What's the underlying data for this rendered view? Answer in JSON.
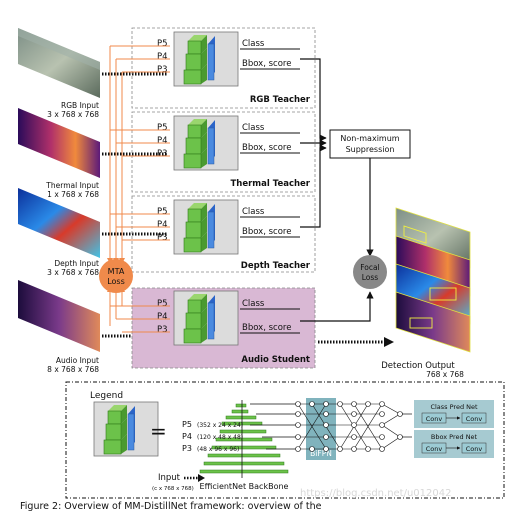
{
  "inputs": {
    "rgb": {
      "name": "RGB Input",
      "dims": "3 x 768 x 768"
    },
    "thermal": {
      "name": "Thermal Input",
      "dims": "1 x 768 x 768"
    },
    "depth": {
      "name": "Depth Input",
      "dims": "3 x 768 x 768"
    },
    "audio": {
      "name": "Audio Input",
      "dims": "8 x 768 x 768"
    }
  },
  "levels": {
    "p5": "P5",
    "p4": "P4",
    "p3": "P3"
  },
  "heads": {
    "class": "Class",
    "bbox": "Bbox, score"
  },
  "teachers": {
    "rgb": "RGB Teacher",
    "thermal": "Thermal Teacher",
    "depth": "Depth Teacher"
  },
  "student": "Audio Student",
  "mta_loss": [
    "MTA",
    "Loss"
  ],
  "nms": [
    "Non-maximum",
    "Suppression"
  ],
  "focal_loss": [
    "Focal",
    "Loss"
  ],
  "output": {
    "title": "Detection Output",
    "dims": "768 x 768"
  },
  "legend": {
    "title": "Legend",
    "equals": "=",
    "p5": "P5",
    "p5_dims": "(352 x 24 x 24)",
    "p4": "P4",
    "p4_dims": "(120 x 48 x 48)",
    "p3": "P3",
    "p3_dims": "(48 x 96 x 96)",
    "bifpn": "BiFPN",
    "class_net": "Class Pred Net",
    "bbox_net": "Bbox Pred Net",
    "conv": "Conv",
    "input": "Input",
    "input_dims": "(c x 768 x 768)",
    "backbone": "EfficientNet BackBone"
  },
  "caption": "Figure 2: Overview of MM-DistillNet framework: overview of the",
  "watermark": "https://blog.csdn.net/u012042",
  "colors": {
    "orange": "#f08a4b",
    "green": "#6cc24a",
    "blue": "#4a8ae0",
    "teal": "#6aa6b2",
    "student_bg": "#d9b8d4",
    "gray_circle": "#888888"
  }
}
